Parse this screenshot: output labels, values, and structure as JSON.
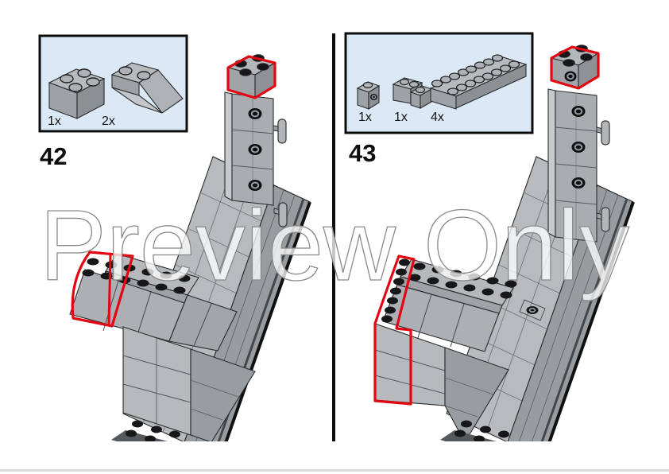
{
  "watermark": {
    "text": "Preview Only"
  },
  "colors": {
    "highlight_red": "#e30613",
    "parts_box_bg": "#dbe9f7",
    "parts_box_border": "#0d0d0d",
    "brick_top": "#b7bbbe",
    "brick_front": "#9da2a6",
    "brick_side": "#8b9095",
    "watermark_fill": "rgba(255,255,255,0.76)",
    "watermark_outline": "#8a8a8a",
    "divider": "#0d0d0d",
    "footer_rule": "#d9d9d9"
  },
  "steps": [
    {
      "number": "42",
      "parts": [
        {
          "qty": "1x",
          "icon": "brick-2x2-icon"
        },
        {
          "qty": "2x",
          "icon": "slope-2x2-icon"
        }
      ]
    },
    {
      "number": "43",
      "parts": [
        {
          "qty": "1x",
          "icon": "brick-1x1-technic-icon"
        },
        {
          "qty": "1x",
          "icon": "brick-2x2-corner-icon"
        },
        {
          "qty": "4x",
          "icon": "brick-2x8-icon"
        }
      ]
    }
  ]
}
